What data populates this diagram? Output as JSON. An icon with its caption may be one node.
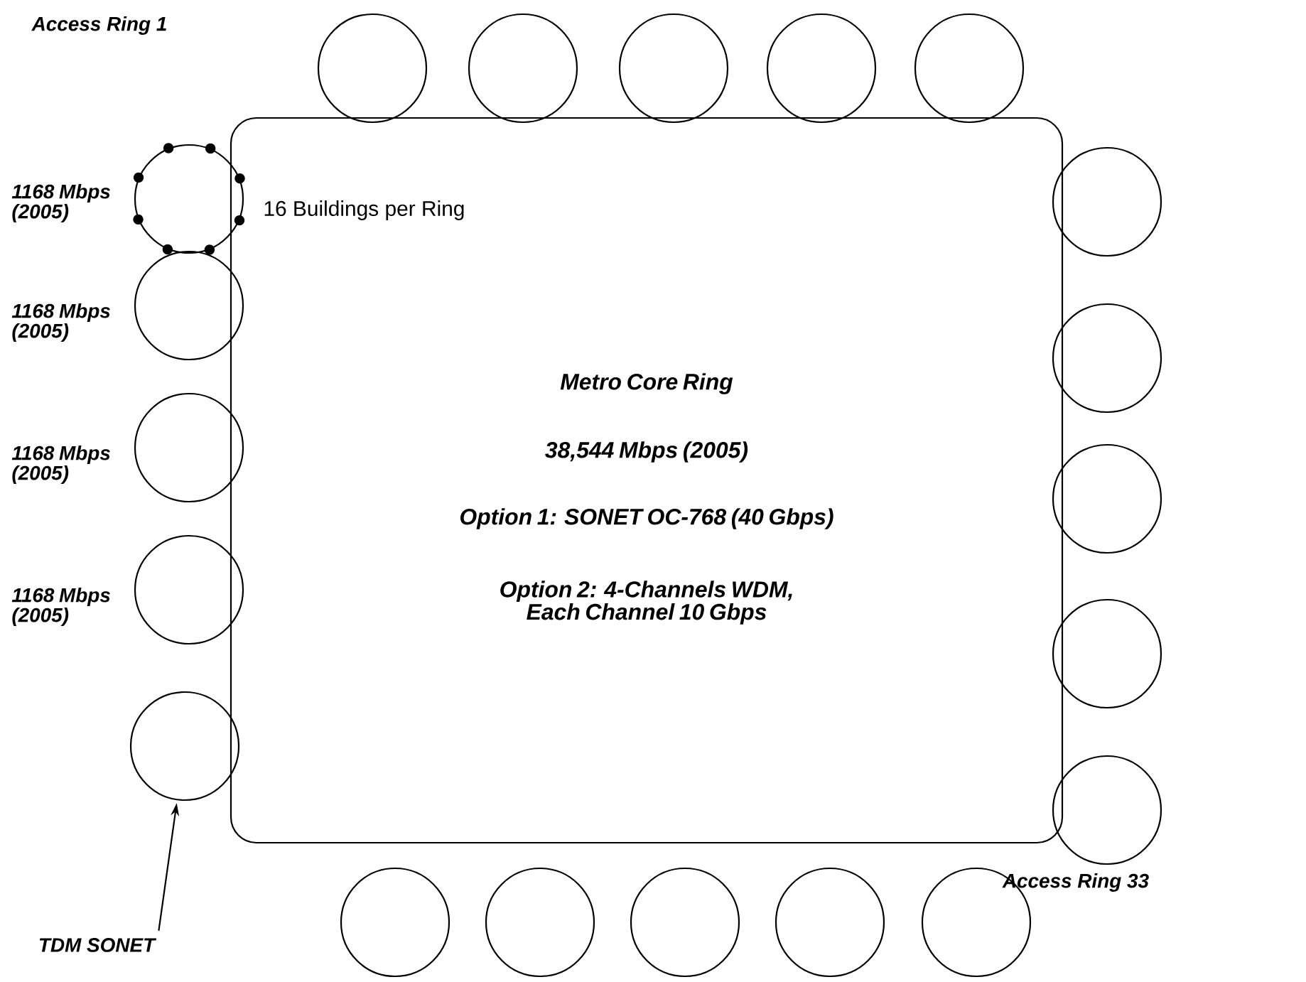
{
  "diagram": {
    "nodes": [
      {
        "text": [
          "Metro Core Ring",
          "38,544 Mbps (2005)",
          "Option 1: SONET OC-768 (40 Gbps)",
          "Option 2: 4-Channels WDM, Each Channel 10 Gbps"
        ]
      },
      {
        "text": [],
        "shape": "circle",
        "beside": [
          "1168 Mbps (2005)"
        ]
      },
      {
        "text": [],
        "shape": "circle",
        "beside": [
          "1168 Mbps (2005)"
        ]
      },
      {
        "text": [],
        "shape": "circle",
        "beside": [
          "1168 Mbps (2005)"
        ]
      },
      {
        "text": [],
        "shape": "circle",
        "beside": [
          "1168 Mbps (2005)"
        ]
      },
      {
        "text": [],
        "shape": "circle"
      },
      {
        "text": [],
        "shape": "circle"
      },
      {
        "text": [],
        "shape": "circle"
      },
      {
        "text": [],
        "shape": "circle"
      },
      {
        "text": [],
        "shape": "circle"
      },
      {
        "text": [],
        "shape": "circle"
      },
      {
        "text": [],
        "shape": "circle"
      },
      {
        "text": [],
        "shape": "circle"
      },
      {
        "text": [],
        "shape": "circle"
      },
      {
        "text": [],
        "shape": "circle"
      },
      {
        "text": [],
        "shape": "circle",
        "beside": [
          "Access Ring 33"
        ]
      },
      {
        "text": [],
        "shape": "circle"
      },
      {
        "text": [],
        "shape": "circle"
      },
      {
        "text": [],
        "shape": "circle"
      },
      {
        "text": [],
        "shape": "circle"
      },
      {
        "text": [],
        "shape": "circle"
      },
      {
        "text": [
          "TDM SONET"
        ]
      }
    ],
    "edges": [
      {
        "from": 21,
        "to": 5,
        "arrow": "to"
      }
    ],
    "labels": [
      "Access Ring 1",
      "16 Buildings per Ring"
    ]
  }
}
